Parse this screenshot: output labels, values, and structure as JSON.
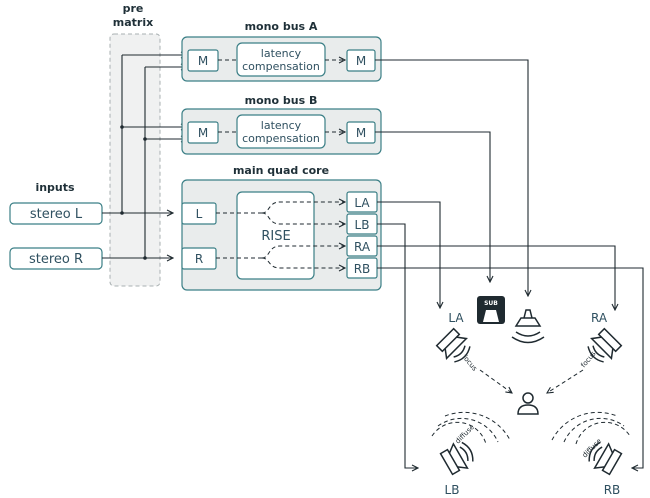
{
  "labels": {
    "pre_matrix_line1": "pre",
    "pre_matrix_line2": "matrix",
    "inputs_title": "inputs",
    "mono_bus_a": "mono bus A",
    "mono_bus_b": "mono bus B",
    "main_quad_core": "main quad core"
  },
  "inputs": [
    "stereo L",
    "stereo R"
  ],
  "mono_bus": {
    "in_label": "M",
    "out_label": "M",
    "latency_line1": "latency",
    "latency_line2": "compensation"
  },
  "quad_core": {
    "in_left": "L",
    "in_right": "R",
    "processor": "RISE",
    "outputs": [
      "LA",
      "LB",
      "RA",
      "RB"
    ]
  },
  "speakers": {
    "sub_badge": "SUB",
    "la": "LA",
    "ra": "RA",
    "lb": "LB",
    "rb": "RB",
    "focus": "focus",
    "diffuse": "diffuse"
  }
}
